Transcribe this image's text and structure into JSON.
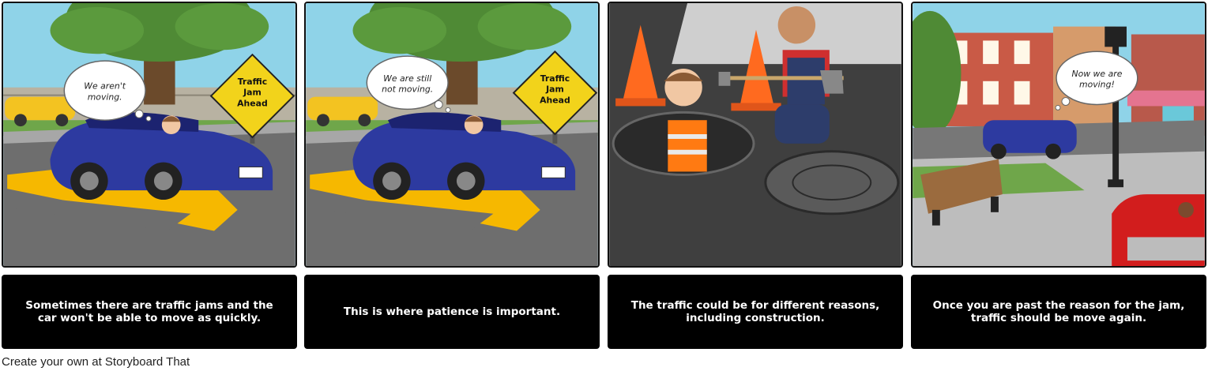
{
  "panels": [
    {
      "bubble": [
        "We aren't",
        "moving."
      ],
      "sign": [
        "Traffic",
        "Jam",
        "Ahead"
      ],
      "caption": "Sometimes there are traffic jams and the car won't be able to move as quickly."
    },
    {
      "bubble": [
        "We are still",
        "not moving."
      ],
      "sign": [
        "Traffic",
        "Jam",
        "Ahead"
      ],
      "caption": "This is where patience is important."
    },
    {
      "caption": "The traffic could be for different reasons, including construction."
    },
    {
      "bubble": [
        "Now we are",
        "moving!"
      ],
      "caption": "Once you are past the reason for the jam, traffic should be move again."
    }
  ],
  "footer": "Create your own at Storyboard That"
}
